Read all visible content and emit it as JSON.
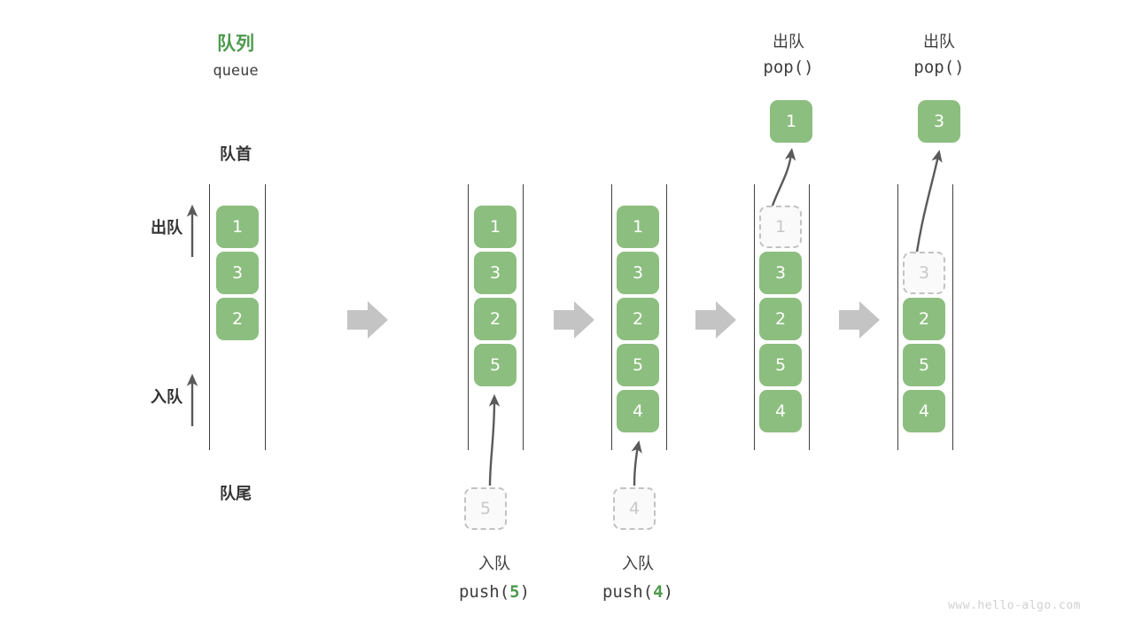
{
  "diagram": {
    "title_cn": "队列",
    "title_en": "queue",
    "head_label": "队首",
    "tail_label": "队尾",
    "dequeue_side_label": "出队",
    "enqueue_side_label": "入队",
    "watermark": "www.hello-algo.com",
    "accent_green": "#4d9a4d",
    "cell_green": "#8cbe7f",
    "ghost_gray": "#c2c2c2",
    "line_gray": "#3f3f3f",
    "flow_arrow_gray": "#c4c4c4"
  },
  "panels": [
    {
      "id": "initial",
      "header_cn": "",
      "header_code": "",
      "cells": [
        "1",
        "3",
        "2"
      ],
      "ghost_index": -1,
      "result_cell": "",
      "incoming_cell": "",
      "caption_cn": "",
      "caption_code": "",
      "caption_arg": ""
    },
    {
      "id": "push-5",
      "header_cn": "",
      "header_code": "",
      "cells": [
        "1",
        "3",
        "2",
        "5"
      ],
      "ghost_index": -1,
      "result_cell": "",
      "incoming_cell": "5",
      "caption_cn": "入队",
      "caption_code": "push(5)",
      "caption_arg": "5"
    },
    {
      "id": "push-4",
      "header_cn": "",
      "header_code": "",
      "cells": [
        "1",
        "3",
        "2",
        "5",
        "4"
      ],
      "ghost_index": -1,
      "result_cell": "",
      "incoming_cell": "4",
      "caption_cn": "入队",
      "caption_code": "push(4)",
      "caption_arg": "4"
    },
    {
      "id": "pop-1",
      "header_cn": "出队",
      "header_code": "pop()",
      "cells": [
        "1",
        "3",
        "2",
        "5",
        "4"
      ],
      "ghost_index": 0,
      "result_cell": "1",
      "incoming_cell": "",
      "caption_cn": "",
      "caption_code": "",
      "caption_arg": ""
    },
    {
      "id": "pop-3",
      "header_cn": "出队",
      "header_code": "pop()",
      "cells": [
        "",
        "3",
        "2",
        "5",
        "4"
      ],
      "ghost_index": 1,
      "result_cell": "3",
      "incoming_cell": "",
      "caption_cn": "",
      "caption_code": "",
      "caption_arg": ""
    }
  ],
  "flow_arrows": [
    {
      "name": "flow-arrow-1"
    },
    {
      "name": "flow-arrow-2"
    },
    {
      "name": "flow-arrow-3"
    },
    {
      "name": "flow-arrow-4"
    }
  ]
}
